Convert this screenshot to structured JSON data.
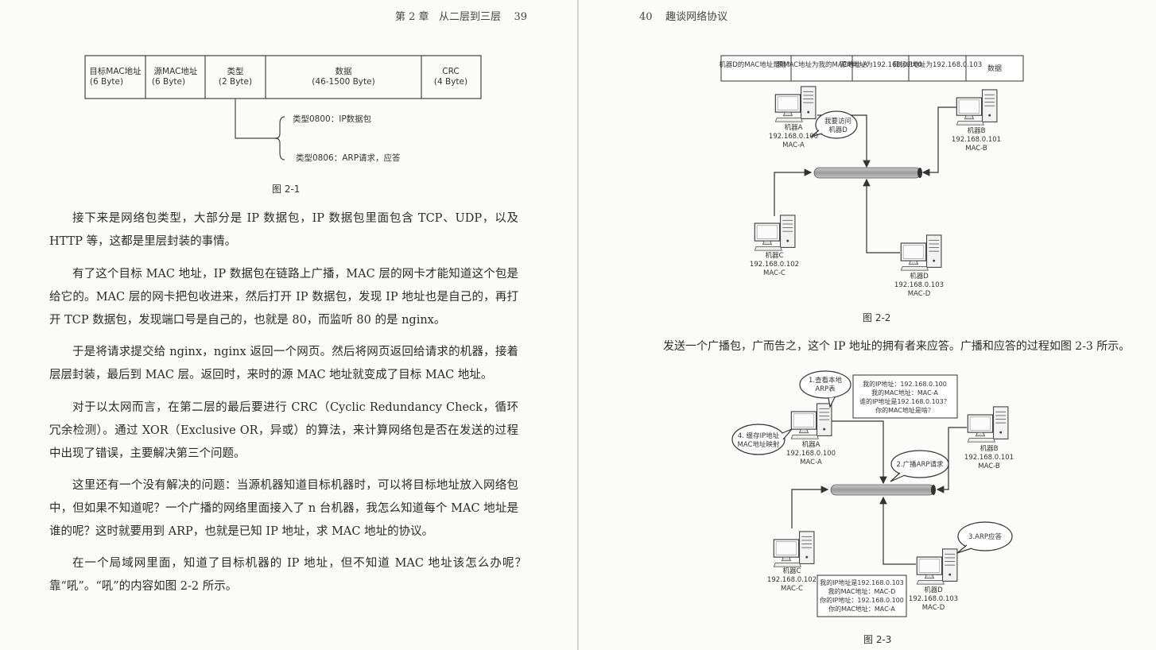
{
  "left_page": {
    "header": {
      "chapter": "第 2 章",
      "section": "从二层到三层",
      "page_number": "39"
    },
    "figure_2_1": {
      "fields": [
        {
          "name": "目标MAC地址",
          "size": "(6 Byte)"
        },
        {
          "name": "源MAC地址",
          "size": "(6 Byte)"
        },
        {
          "name": "类型",
          "size": "(2 Byte)"
        },
        {
          "name": "数据",
          "size": "(46-1500 Byte)"
        },
        {
          "name": "CRC",
          "size": "(4 Byte)"
        }
      ],
      "type_ip": "类型0800：IP数据包",
      "type_arp": "类型0806：ARP请求，应答",
      "caption": "图 2-1"
    },
    "paragraphs": [
      "接下来是网络包类型，大部分是 IP 数据包，IP 数据包里面包含 TCP、UDP，以及 HTTP 等，这都是里层封装的事情。",
      "有了这个目标 MAC 地址，IP 数据包在链路上广播，MAC 层的网卡才能知道这个包是给它的。MAC 层的网卡把包收进来，然后打开 IP 数据包，发现 IP 地址也是自己的，再打开 TCP 数据包，发现端口号是自己的，也就是 80，而监听 80 的是 nginx。",
      "于是将请求提交给 nginx，nginx 返回一个网页。然后将网页返回给请求的机器，接着层层封装，最后到 MAC 层。返回时，来时的源 MAC 地址就变成了目标 MAC 地址。",
      "对于以太网而言，在第二层的最后要进行 CRC（Cyclic Redundancy Check，循环冗余检测）。通过 XOR（Exclusive OR，异或）的算法，来计算网络包是否在发送的过程中出现了错误，主要解决第三个问题。",
      "这里还有一个没有解决的问题：当源机器知道目标机器时，可以将目标地址放入网络包中，但如果不知道呢？一个广播的网络里面接入了 n 台机器，我怎么知道每个 MAC 地址是谁的呢？这时就要用到 ARP，也就是已知 IP 地址，求 MAC 地址的协议。",
      "在一个局域网里面，知道了目标机器的 IP 地址，但不知道 MAC 地址该怎么办呢？靠“吼”。“吼”的内容如图 2-2 所示。"
    ]
  },
  "right_page": {
    "header": {
      "page_number": "40",
      "book_title": "趣谈网络协议"
    },
    "figure_2_2": {
      "packet": [
        "机器D的MAC地址是啥？",
        "源MAC地址为我的MAC地址-A",
        "源IP地址为192.168.0.100",
        "目标IP地址为192.168.0.103",
        "数据"
      ],
      "machine_a": {
        "name": "机器A",
        "ip": "192.168.0.100",
        "mac": "MAC-A"
      },
      "machine_b": {
        "name": "机器B",
        "ip": "192.168.0.101",
        "mac": "MAC-B"
      },
      "machine_c": {
        "name": "机器C",
        "ip": "192.168.0.102",
        "mac": "MAC-C"
      },
      "machine_d": {
        "name": "机器D",
        "ip": "192.168.0.103",
        "mac": "MAC-D"
      },
      "bubble_line1": "我要访问",
      "bubble_line2": "机器D",
      "caption": "图 2-2"
    },
    "paragraph": "发送一个广播包，广而告之，这个 IP 地址的拥有者来应答。广播和应答的过程如图 2-3 所示。",
    "figure_2_3": {
      "bubble1": [
        "1.查看本地",
        "ARP表"
      ],
      "request_box": [
        "我的IP地址：192.168.0.100",
        "我的MAC地址：MAC-A",
        "谁的IP地址是192.168.0.103？",
        "你的MAC地址是啥？"
      ],
      "bubble4": [
        "4. 缓存IP地址",
        "MAC地址映射"
      ],
      "bubble2": "2.广播ARP请求",
      "bubble3": "3.ARP应答",
      "reply_box": [
        "我的IP地址是192.168.0.103",
        "我的MAC地址：MAC-D",
        "你的IP地址：192.168.0.100",
        "你的MAC地址：MAC-A"
      ],
      "machine_a": {
        "name": "机器A",
        "ip": "192.168.0.100",
        "mac": "MAC-A"
      },
      "machine_b": {
        "name": "机器B",
        "ip": "192.168.0.101",
        "mac": "MAC-B"
      },
      "machine_c": {
        "name": "机器C",
        "ip": "192.168.0.102",
        "mac": "MAC-C"
      },
      "machine_d": {
        "name": "机器D",
        "ip": "192.168.0.103",
        "mac": "MAC-D"
      },
      "caption": "图 2-3"
    }
  }
}
